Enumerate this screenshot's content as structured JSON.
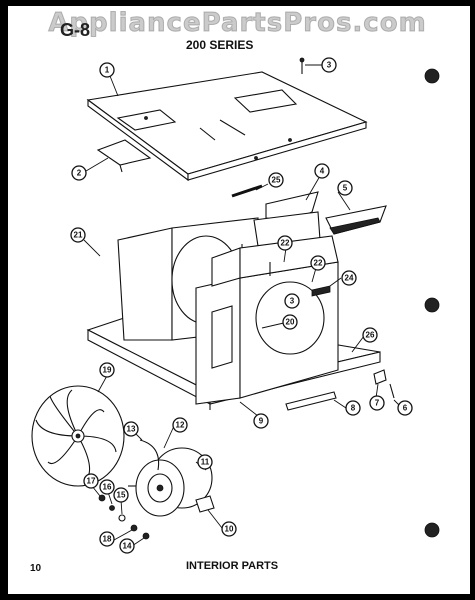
{
  "watermark": "AppliancePartsPros.com",
  "corner_code": "G-8",
  "series_title": "200 SERIES",
  "page_number": "10",
  "section_title": "INTERIOR PARTS",
  "callouts": [
    {
      "label": "1"
    },
    {
      "label": "2"
    },
    {
      "label": "3"
    },
    {
      "label": "4"
    },
    {
      "label": "5"
    },
    {
      "label": "25"
    },
    {
      "label": "21"
    },
    {
      "label": "22"
    },
    {
      "label": "22"
    },
    {
      "label": "24"
    },
    {
      "label": "3"
    },
    {
      "label": "20"
    },
    {
      "label": "26"
    },
    {
      "label": "7"
    },
    {
      "label": "6"
    },
    {
      "label": "8"
    },
    {
      "label": "9"
    },
    {
      "label": "19"
    },
    {
      "label": "13"
    },
    {
      "label": "12"
    },
    {
      "label": "11"
    },
    {
      "label": "17"
    },
    {
      "label": "16"
    },
    {
      "label": "15"
    },
    {
      "label": "18"
    },
    {
      "label": "14"
    },
    {
      "label": "10"
    }
  ]
}
